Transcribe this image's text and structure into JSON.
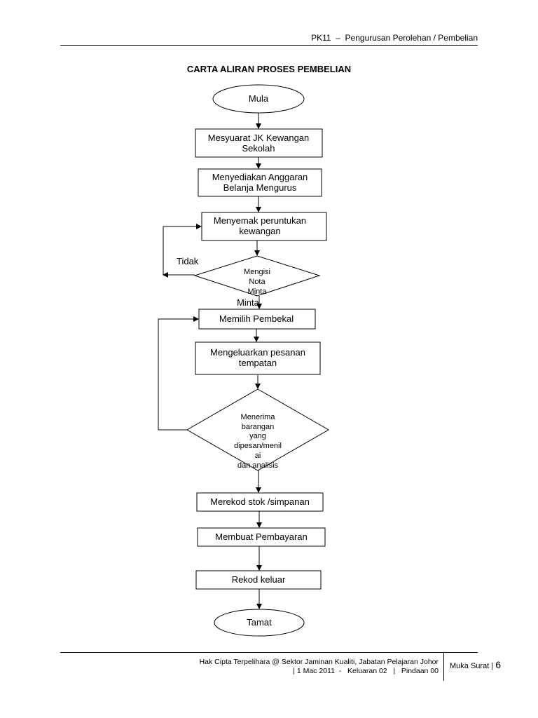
{
  "header": {
    "text": "PK11  –  Pengurusan Perolehan / Pembelian"
  },
  "title": "CARTA ALIRAN PROSES PEMBELIAN",
  "flow": {
    "start": "Mula",
    "steps": {
      "s1": [
        "Mesyuarat JK Kewangan",
        "Sekolah"
      ],
      "s2": [
        "Menyediakan Anggaran",
        "Belanja Mengurus"
      ],
      "s3": [
        "Menyemak peruntukan",
        "kewangan"
      ],
      "d1": [
        "Mengisi",
        "Nota",
        "Minta"
      ],
      "d1_overflow": "Minta",
      "d1_no": "Tidak",
      "s4": [
        "Memilih Pembekal"
      ],
      "s5": [
        "Mengeluarkan pesanan",
        "tempatan"
      ],
      "d2": [
        "Menerima",
        "barangan",
        "yang",
        "dipesan/menil",
        "ai",
        "dan analisis"
      ],
      "s6": [
        "Merekod stok /simpanan"
      ],
      "s7": [
        "Membuat Pembayaran"
      ],
      "s8": [
        "Rekod keluar"
      ]
    },
    "end": "Tamat"
  },
  "footer": {
    "line1": "Hak Cipta Terpelihara @ Sektor Jaminan Kualiti, Jabatan Pelajaran Johor",
    "line2": "| 1 Mac 2011  -   Keluaran 02   |   Pindaan 00",
    "page_label": "Muka Surat |",
    "page_number": "6"
  }
}
